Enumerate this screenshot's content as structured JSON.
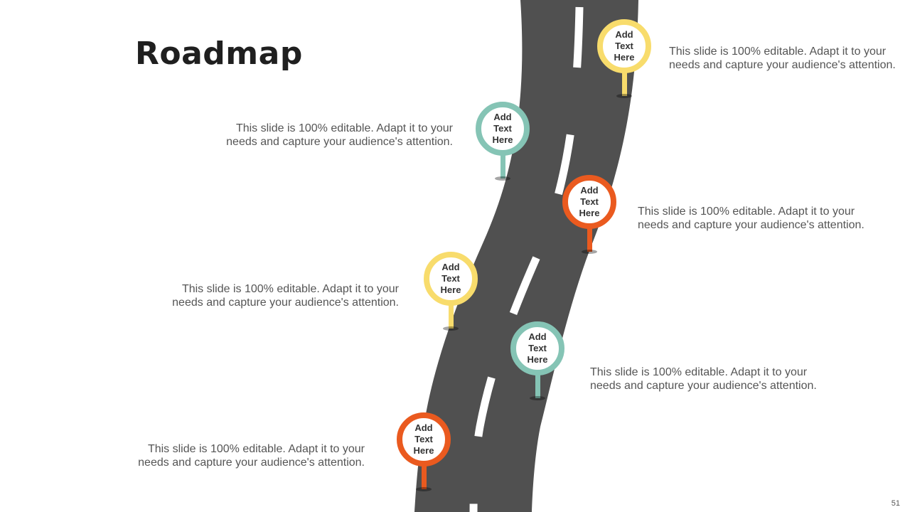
{
  "title": "Roadmap",
  "page_number": "51",
  "colors": {
    "road": "#505050",
    "dash": "#ffffff",
    "yellow": "#f8dc6c",
    "teal": "#85c4b5",
    "orange": "#ea5a1f"
  },
  "milestones": [
    {
      "label": "Add\nText\nHere",
      "color": "#f8dc6c",
      "text": "This slide is 100% editable. Adapt it to your\nneeds and capture your audience's attention."
    },
    {
      "label": "Add\nText\nHere",
      "color": "#85c4b5",
      "text": "This slide is 100% editable. Adapt it to your\nneeds and capture your audience's attention."
    },
    {
      "label": "Add\nText\nHere",
      "color": "#ea5a1f",
      "text": "This slide is 100% editable. Adapt it to your\nneeds and capture your audience's attention."
    },
    {
      "label": "Add\nText\nHere",
      "color": "#f8dc6c",
      "text": "This slide is 100% editable. Adapt it to your\nneeds and capture your audience's attention."
    },
    {
      "label": "Add\nText\nHere",
      "color": "#85c4b5",
      "text": "This slide is 100% editable. Adapt it to your\nneeds and capture your audience's attention."
    },
    {
      "label": "Add\nText\nHere",
      "color": "#ea5a1f",
      "text": "This slide is 100% editable. Adapt it to your\nneeds and capture your audience's attention."
    }
  ]
}
